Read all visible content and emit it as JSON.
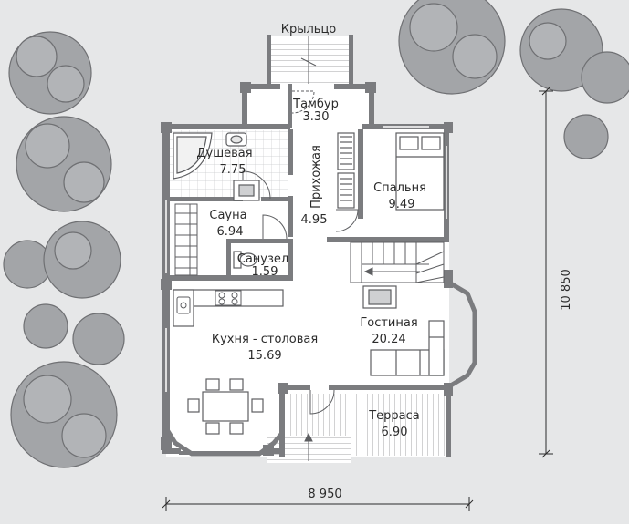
{
  "rooms": {
    "porch": {
      "name": "Крыльцо"
    },
    "vestibule": {
      "name": "Тамбур",
      "area": "3.30"
    },
    "shower": {
      "name": "Душевая",
      "area": "7.75"
    },
    "hall": {
      "name": "Прихожая",
      "area": "4.95"
    },
    "bedroom": {
      "name": "Спальня",
      "area": "9.49"
    },
    "sauna": {
      "name": "Сауна",
      "area": "6.94"
    },
    "wc": {
      "name": "Санузел",
      "area": "1.59"
    },
    "kitchen": {
      "name": "Кухня - столовая",
      "area": "15.69"
    },
    "living": {
      "name": "Гостиная",
      "area": "20.24"
    },
    "terrace": {
      "name": "Терраса",
      "area": "6.90"
    }
  },
  "dimensions": {
    "width": "8 950",
    "height": "10 850"
  },
  "colors": {
    "background": "#e6e7e8",
    "wall": "#7b7c7f",
    "floor": "#ffffff",
    "tree": "#a3a5a8"
  },
  "icons": [
    "tree-icon",
    "bathtub-icon",
    "sauna-stove-icon",
    "toilet-icon",
    "stove-icon",
    "sink-icon",
    "bed-icon",
    "wardrobe-icon",
    "stairs-icon",
    "fireplace-icon",
    "sofa-icon",
    "dining-table-icon",
    "door-swing-icon"
  ]
}
